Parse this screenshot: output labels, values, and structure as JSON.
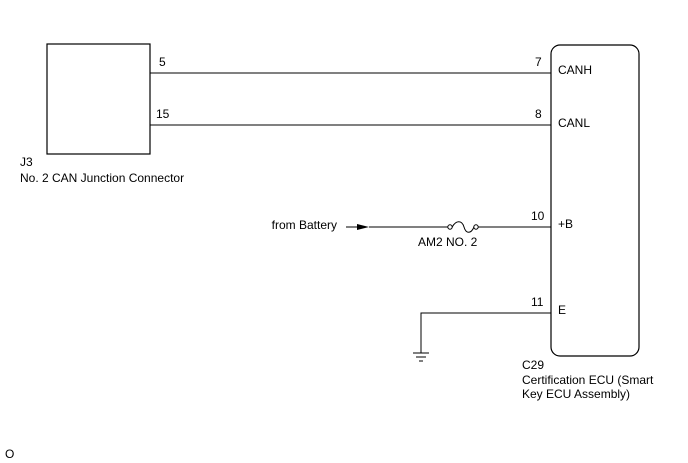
{
  "junction_connector": {
    "code": "J3",
    "name": "No. 2 CAN Junction Connector",
    "pins": {
      "canh": "5",
      "canl": "15"
    }
  },
  "ecu": {
    "code": "C29",
    "name_line1": "Certification ECU (Smart",
    "name_line2": "Key ECU Assembly)",
    "pins": {
      "canh": {
        "number": "7",
        "label": "CANH"
      },
      "canl": {
        "number": "8",
        "label": "CANL"
      },
      "b": {
        "number": "10",
        "label": "+B"
      },
      "e": {
        "number": "11",
        "label": "E"
      }
    }
  },
  "power_source": {
    "label": "from Battery"
  },
  "fuse": {
    "label": "AM2 NO. 2"
  },
  "footer": {
    "mark": "O"
  }
}
